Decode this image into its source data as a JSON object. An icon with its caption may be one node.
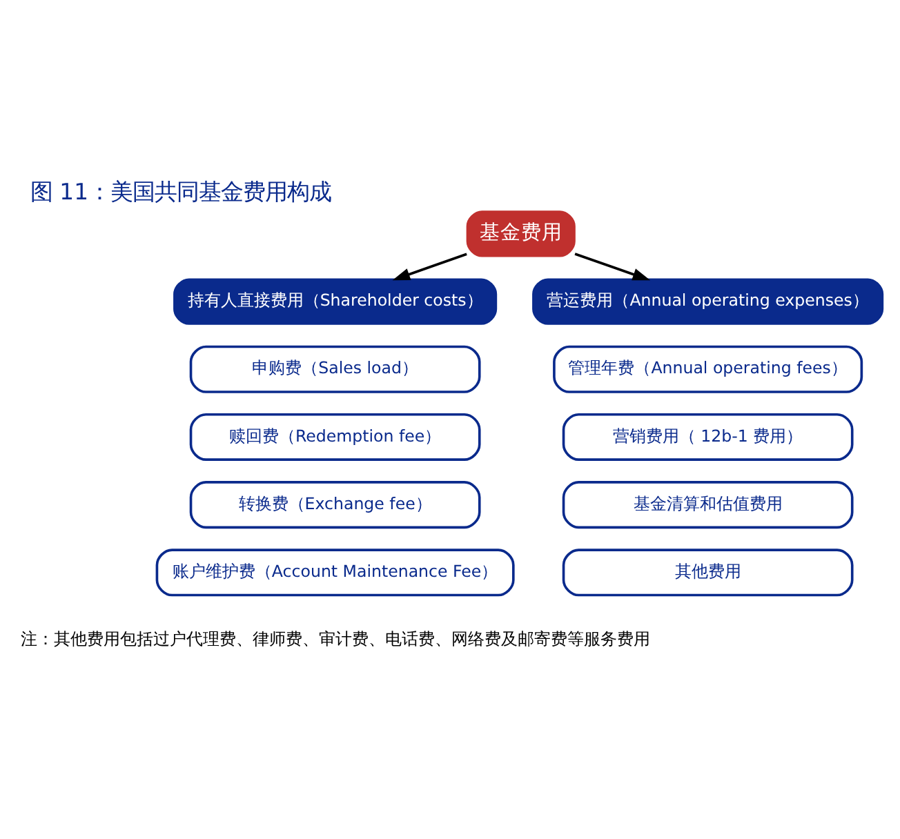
{
  "diagram": {
    "title": "图 11：美国共同基金费用构成",
    "nodes": [
      {
        "text": [
          "基金费用"
        ]
      },
      {
        "text": [
          "持有人直接费用（Shareholder costs）"
        ]
      },
      {
        "text": [
          "营运费用（Annual operating expenses）"
        ]
      },
      {
        "text": [
          "申购费（Sales load）"
        ]
      },
      {
        "text": [
          "管理年费（Annual operating fees）"
        ]
      },
      {
        "text": [
          "赎回费（Redemption fee）"
        ]
      },
      {
        "text": [
          "营销费用（ 12b-1 费用）"
        ]
      },
      {
        "text": [
          "转换费（Exchange fee）"
        ]
      },
      {
        "text": [
          "基金清算和估值费用"
        ]
      },
      {
        "text": [
          "账户维护费（Account Maintenance Fee）"
        ]
      },
      {
        "text": [
          "其他费用"
        ]
      }
    ],
    "edges": [
      {
        "from": 0,
        "to": 1,
        "arrow": "to"
      },
      {
        "from": 0,
        "to": 2,
        "arrow": "to"
      }
    ],
    "labels": [
      "注：其他费用包括过户代理费、律师费、审计费、电话费、网络费及邮寄费等服务费用"
    ]
  }
}
